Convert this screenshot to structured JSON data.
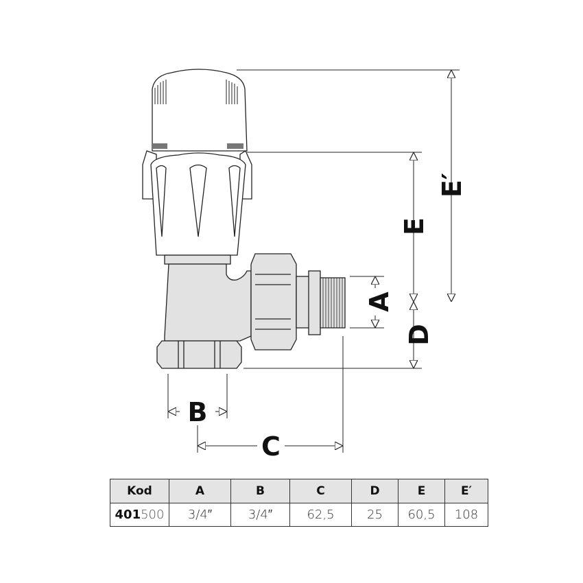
{
  "dimension_labels": {
    "A": "A",
    "B": "B",
    "C": "C",
    "D": "D",
    "E": "E",
    "E_prime": "E′"
  },
  "table": {
    "headers": [
      "Kod",
      "A",
      "B",
      "C",
      "D",
      "E",
      "E′"
    ],
    "rows": [
      {
        "kod_bold": "401",
        "kod_rest": "500",
        "A": "3/4″",
        "B": "3/4″",
        "C": "62,5",
        "D": "25",
        "E": "60,5",
        "E_prime": "108"
      }
    ]
  },
  "colors": {
    "body_fill": "#e2e2e2",
    "line": "#222222",
    "header_bg": "#e4e4e4"
  }
}
